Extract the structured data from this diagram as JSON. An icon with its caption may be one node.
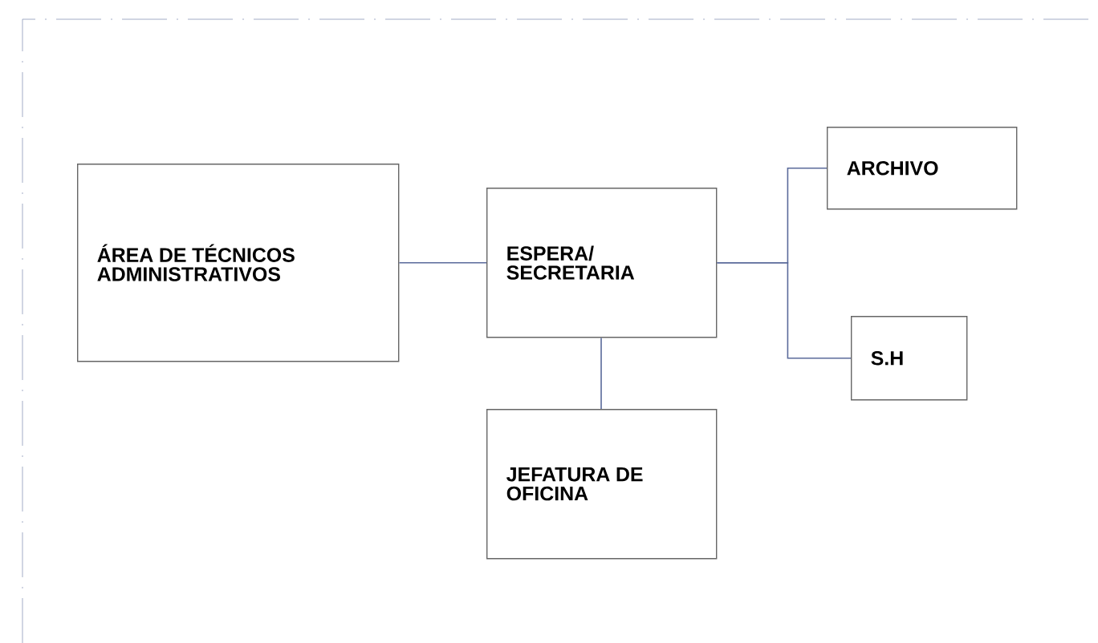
{
  "diagram": {
    "nodes": [
      {
        "text": [
          "ÁREA DE TÉCNICOS ADMINISTRATIVOS"
        ]
      },
      {
        "text": [
          "ESPERA/ SECRETARIA"
        ]
      },
      {
        "text": [
          "ARCHIVO"
        ]
      },
      {
        "text": [
          "S.H"
        ]
      },
      {
        "text": [
          "JEFATURA DE OFICINA"
        ]
      }
    ],
    "edges": [
      {
        "from": 0,
        "to": 1,
        "arrow": "none"
      },
      {
        "from": 1,
        "to": 2,
        "arrow": "none"
      },
      {
        "from": 1,
        "to": 3,
        "arrow": "none"
      },
      {
        "from": 1,
        "to": 4,
        "arrow": "none"
      }
    ]
  }
}
